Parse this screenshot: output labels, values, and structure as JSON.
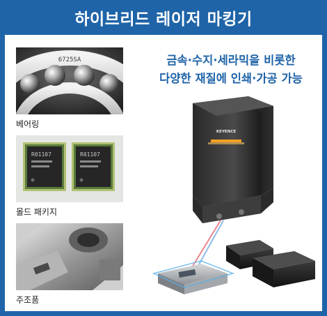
{
  "title": "하이브리드 레이저 마킹기",
  "headline": {
    "line1": "금속·수지·세라믹을 비롯한",
    "line2": "다양한 재질에 인쇄·가공 가능"
  },
  "samples": [
    {
      "label": "베어링",
      "engraving": "6725SA"
    },
    {
      "label": "몰드 패키지",
      "chip_text": [
        "R01107",
        "R01107"
      ]
    },
    {
      "label": "주조품"
    }
  ],
  "machine_brand": "KEYENCE",
  "colors": {
    "header_bg": "#1f64a8",
    "accent_text": "#1f64a8",
    "laser_glow": "#f0a020"
  }
}
